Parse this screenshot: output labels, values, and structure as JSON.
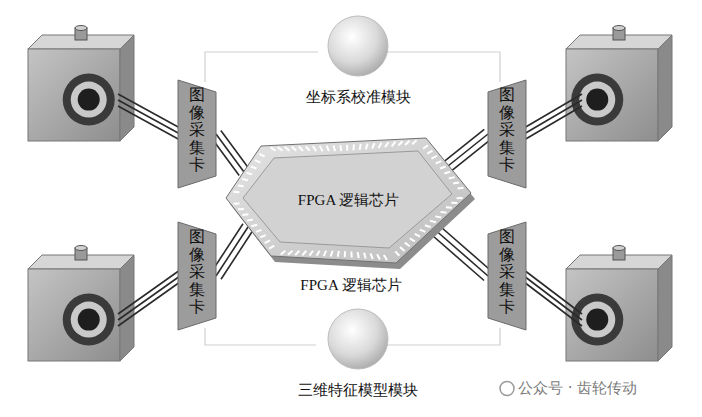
{
  "diagram": {
    "nodes": [
      {
        "text": [
          "坐标系校准模块"
        ]
      },
      {
        "text": [
          "图像采集卡"
        ]
      },
      {
        "text": [
          "图像采集卡"
        ]
      },
      {
        "text": [
          "FPGA 逻辑芯片"
        ]
      },
      {
        "text": [
          "图像采集卡"
        ]
      },
      {
        "text": [
          "图像采集卡"
        ]
      },
      {
        "text": [
          "三维特征模型模块"
        ]
      }
    ],
    "edges": [
      {
        "from": 1,
        "to": 3,
        "arrow": "none"
      },
      {
        "from": 2,
        "to": 3,
        "arrow": "none"
      },
      {
        "from": 4,
        "to": 3,
        "arrow": "none"
      },
      {
        "from": 5,
        "to": 3,
        "arrow": "none"
      }
    ],
    "labels": [
      "FPGA 逻辑芯片",
      "公众号 · 齿轮传动"
    ]
  }
}
